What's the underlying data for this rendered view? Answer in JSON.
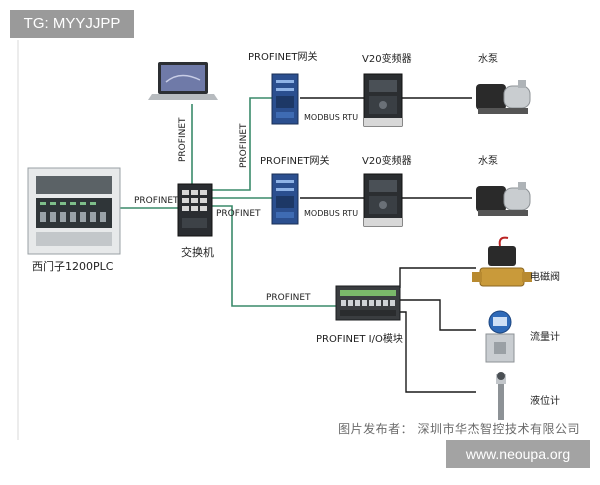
{
  "watermark": {
    "badge": "TG: MYYJJPP",
    "site": "www.neoupa.org"
  },
  "publisher": "图片发布者： 深圳市华杰智控技术有限公司",
  "devices": {
    "plc": "西门子1200PLC",
    "switch": "交换机",
    "gateway_top": "PROFINET网关",
    "gateway_mid": "PROFINET网关",
    "vfd_top": "V20变频器",
    "vfd_mid": "V20变频器",
    "pump_top": "水泵",
    "pump_mid": "水泵",
    "io_module": "PROFINET I/O模块",
    "valve": "电磁阀",
    "flowmeter": "流量计",
    "level_meter": "液位计"
  },
  "links": {
    "plc_switch": "PROFINET",
    "laptop_switch": "PROFINET",
    "switch_gateway_top": "PROFINET",
    "switch_gateway_mid": "PROFINET",
    "switch_io": "PROFINET",
    "modbus_top": "MODBUS RTU",
    "modbus_mid": "MODBUS RTU"
  },
  "colors": {
    "network": "#3a8a6a",
    "wire": "#1a1a1a",
    "gateway": "#2b4f8f"
  }
}
